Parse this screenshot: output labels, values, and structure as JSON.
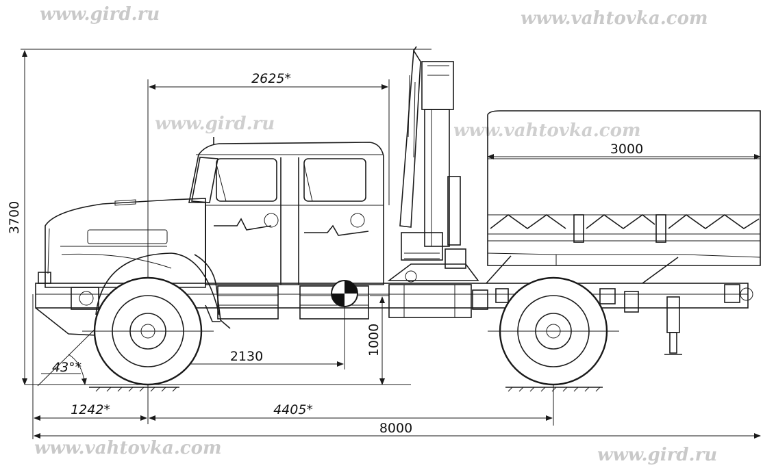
{
  "watermarks": {
    "top_left": "www.gird.ru",
    "top_right": "www.vahtovka.com",
    "mid_left": "www.gird.ru",
    "mid_right": "www.vahtovka.com",
    "bottom_left": "www.vahtovka.com",
    "bottom_right": "www.gird.ru"
  },
  "dimensions": {
    "height_total": "3700",
    "cab_to_axis": "2625*",
    "body_length": "3000",
    "ground_clearance_point": "2130",
    "frame_height": "1000",
    "approach_angle": "43°*",
    "front_overhang": "1242*",
    "wheelbase": "4405*",
    "total_length": "8000"
  },
  "colors": {
    "line": "#1a1a1a",
    "watermark": "#c9c9c9",
    "background": "#ffffff"
  }
}
